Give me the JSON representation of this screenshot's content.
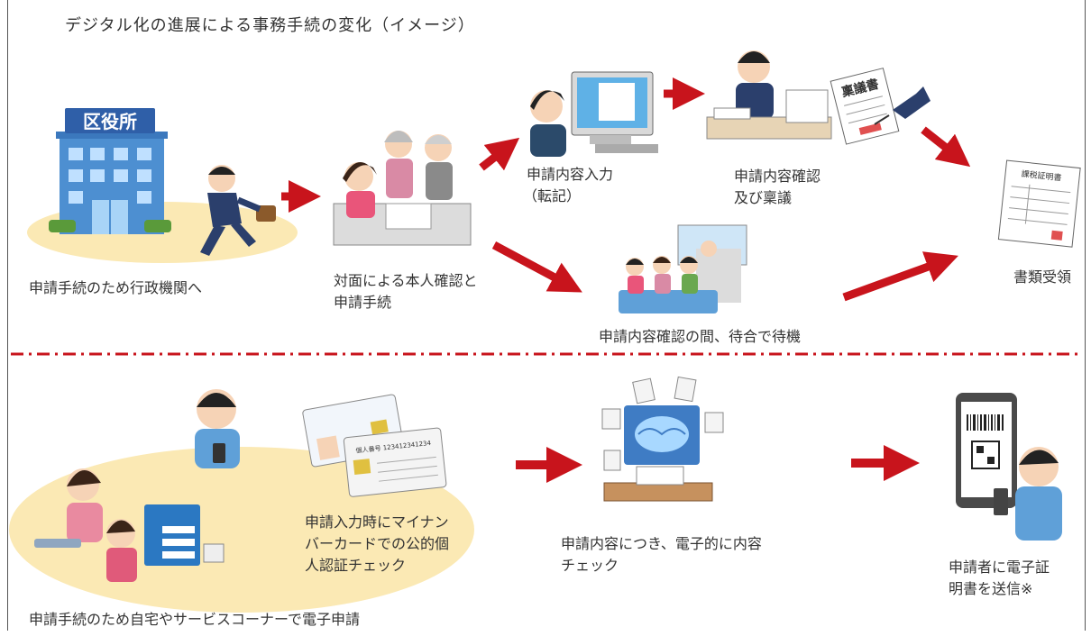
{
  "title": "デジタル化の進展による事務手続の変化（イメージ）",
  "top_flow": {
    "building_sign": "区役所",
    "step1": "申請手続のため行政機関へ",
    "step2_line1": "対面による本人確認と",
    "step2_line2": "申請手続",
    "step3_line1": "申請内容入力",
    "step3_line2": "（転記）",
    "step4_line1": "申請内容確認",
    "step4_line2": "及び稟議",
    "document_title": "稟議書",
    "wait": "申請内容確認の間、待合で待機",
    "receive": "書類受領",
    "certificate_title": "課税証明書"
  },
  "bottom_flow": {
    "step1": "申請手続のため自宅やサービスコーナーで電子申請",
    "step2_line1": "申請入力時にマイナン",
    "step2_line2": "バーカードでの公的個",
    "step2_line3": "人認証チェック",
    "card_number": "個人番号 123412341234",
    "step3_line1": "申請内容につき、電子的に内容",
    "step3_line2": "チェック",
    "step4_line1": "申請者に電子証",
    "step4_line2": "明書を送信※"
  },
  "colors": {
    "arrow": "#c8141c",
    "divider": "#c8141c",
    "ellipse": "#fbe9b4",
    "building": "#4d8fd1",
    "sign": "#2f5fa8"
  }
}
